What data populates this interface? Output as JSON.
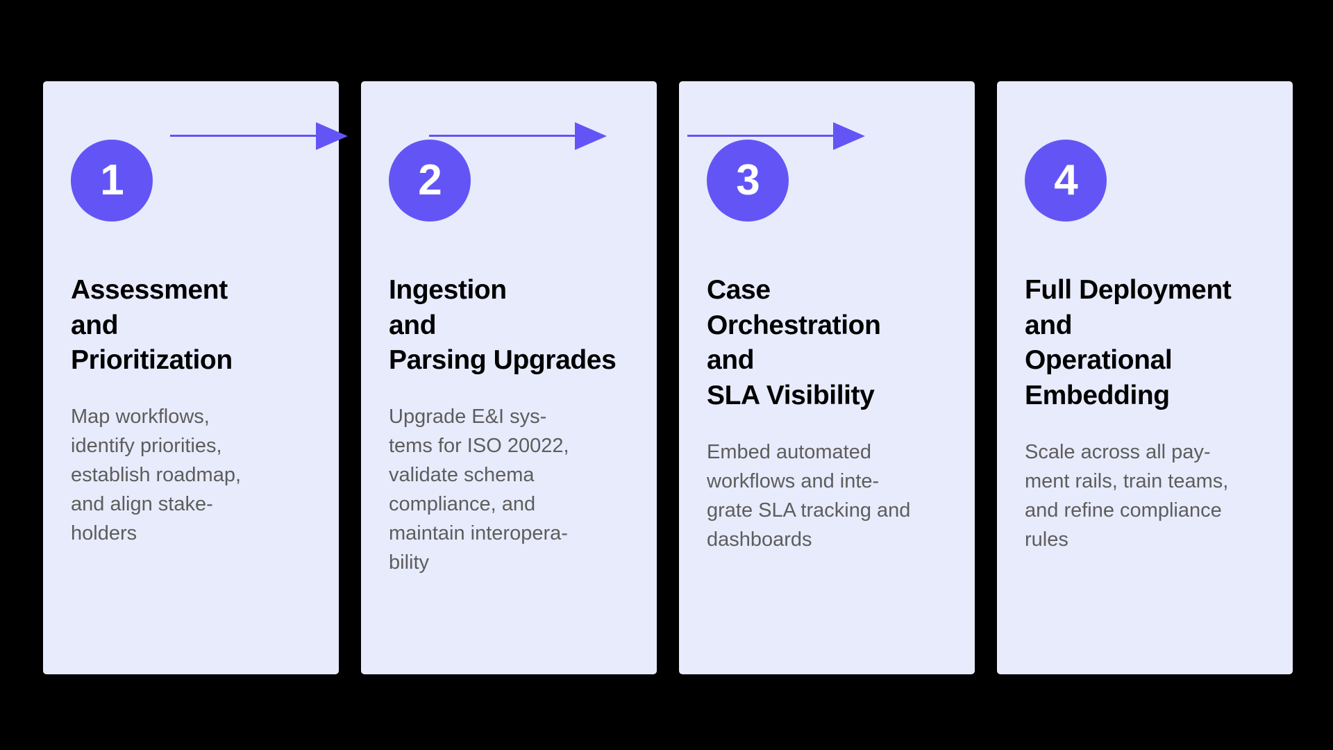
{
  "theme": {
    "background": "#000000",
    "card_background": "#e8ebfb",
    "accent": "#6355f5",
    "heading_color": "#000000",
    "body_color": "#5d5d5d",
    "badge_text_color": "#ffffff"
  },
  "steps": [
    {
      "number": "1",
      "title": "Assessment\nand\nPrioritization",
      "description": "Map workflows,\nidentify priorities,\nestablish roadmap,\nand align stake-\nholders"
    },
    {
      "number": "2",
      "title": "Ingestion\nand\nParsing Upgrades",
      "description": "Upgrade E&I sys-\ntems for ISO 20022,\nvalidate schema\ncompliance, and\nmaintain interopera-\nbility"
    },
    {
      "number": "3",
      "title": "Case\nOrchestration\nand\nSLA Visibility",
      "description": "Embed automated\nworkflows and inte-\ngrate SLA tracking and\ndashboards"
    },
    {
      "number": "4",
      "title": "Full Deployment\nand\nOperational\nEmbedding",
      "description": "Scale across all pay-\nment rails, train teams,\nand refine compliance\nrules"
    }
  ],
  "connectors": [
    {
      "from": "1",
      "to": "2"
    },
    {
      "from": "2",
      "to": "3"
    },
    {
      "from": "3",
      "to": "4"
    }
  ]
}
